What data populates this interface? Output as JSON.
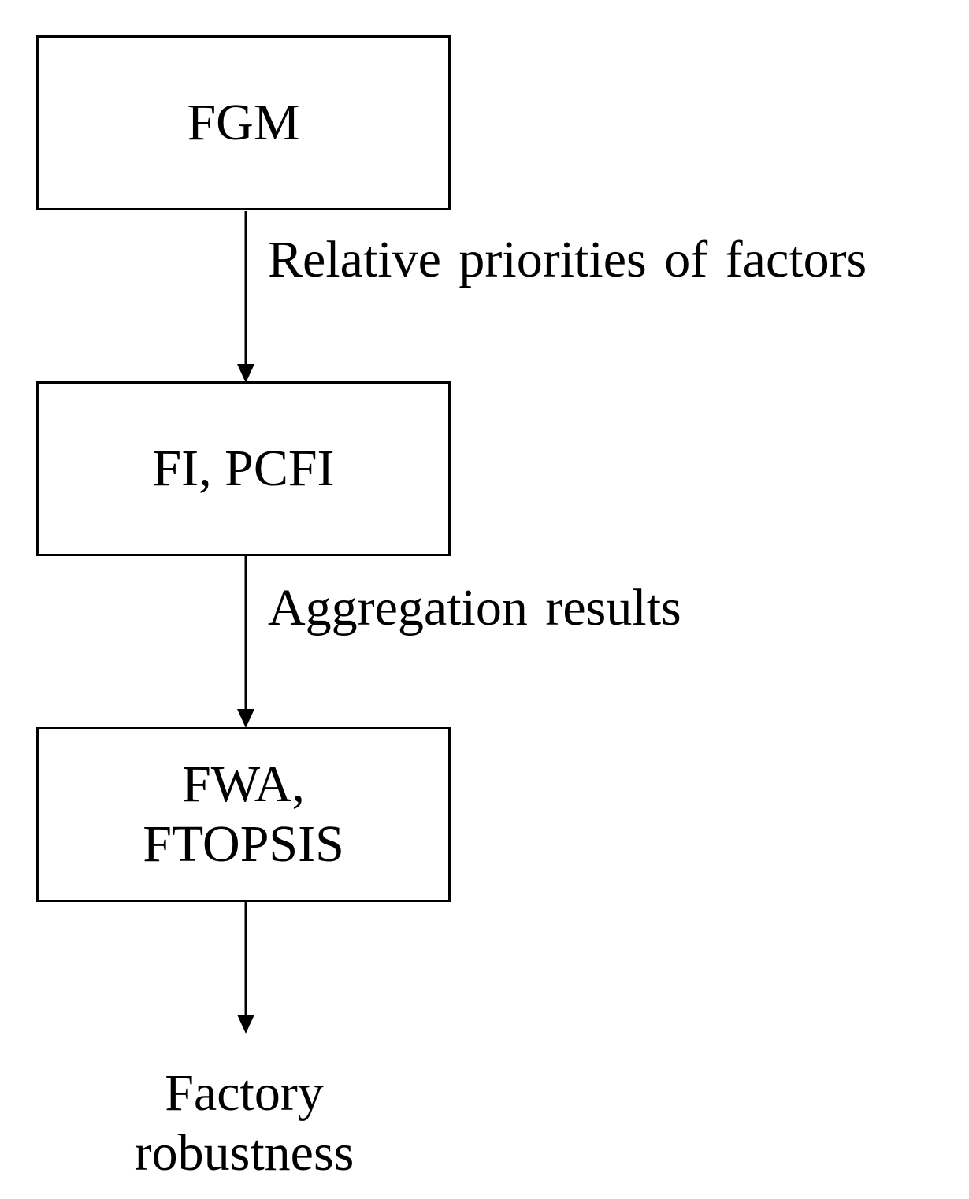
{
  "nodes": {
    "fgm": "FGM",
    "fi_pcfi": "FI, PCFI",
    "fwa_line1": "FWA,",
    "fwa_line2": "FTOPSIS"
  },
  "edges": {
    "fgm_to_fi": "Relative priorities of factors",
    "fi_to_fwa": "Aggregation results"
  },
  "output": {
    "line1": "Factory",
    "line2": "robustness"
  },
  "colors": {
    "stroke": "#000000",
    "background": "#ffffff"
  }
}
